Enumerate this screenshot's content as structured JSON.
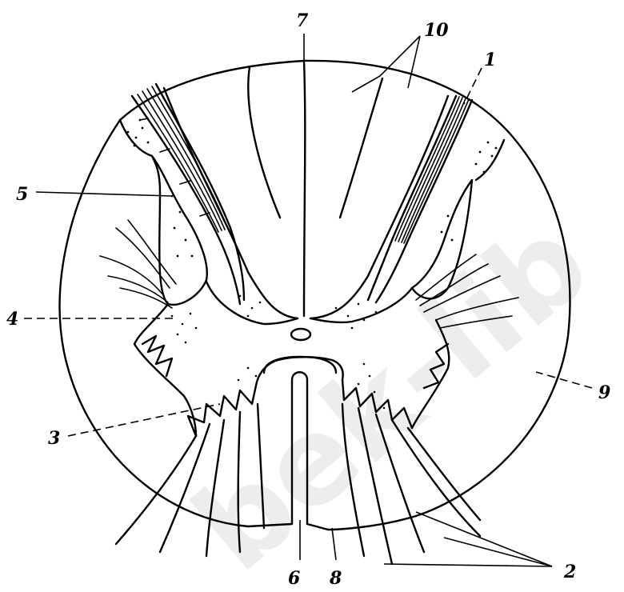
{
  "labels": {
    "l1": "1",
    "l2": "2",
    "l3": "3",
    "l4": "4",
    "l5": "5",
    "l6": "6",
    "l7": "7",
    "l8": "8",
    "l9": "9",
    "l10": "10"
  },
  "watermark": "bek-lib"
}
